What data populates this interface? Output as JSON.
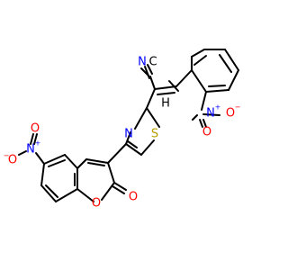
{
  "colors": {
    "carbon": "#000000",
    "nitrogen": "#0000ff",
    "oxygen": "#ff0000",
    "sulfur": "#b5a000",
    "background": "#ffffff"
  },
  "labels": {
    "nitrile_n": "N",
    "nitrile_c": "C",
    "hydrogen": "H",
    "thiazole_n": "N",
    "thiazole_s": "S",
    "ring_o": "O",
    "carbonyl_o": "O",
    "nitro_top_n": "N",
    "nitro_top_o1": "O",
    "nitro_top_o2": "O",
    "nitro_left_n": "N",
    "nitro_left_o1": "O",
    "nitro_left_o2": "O",
    "plus": "+",
    "minus": "−"
  }
}
